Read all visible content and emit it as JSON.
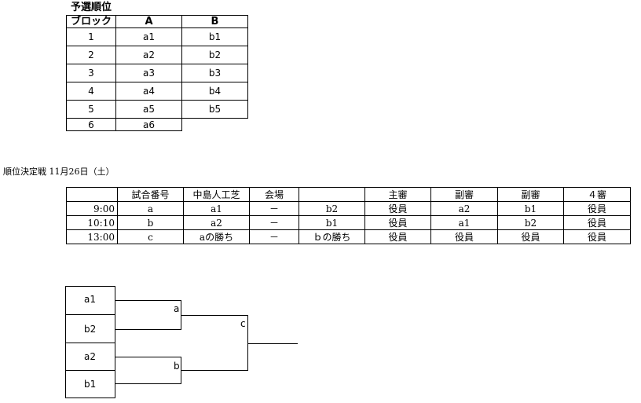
{
  "preliminary": {
    "title": "予選順位",
    "headers": [
      "ブロック",
      "A",
      "B"
    ],
    "rows": [
      [
        "1",
        "a1",
        "b1"
      ],
      [
        "2",
        "a2",
        "b2"
      ],
      [
        "3",
        "a3",
        "b3"
      ],
      [
        "4",
        "a4",
        "b4"
      ],
      [
        "5",
        "a5",
        "b5"
      ],
      [
        "6",
        "a6",
        ""
      ]
    ]
  },
  "placement": {
    "title": "順位決定戦 11月26日（土）",
    "headers": [
      "",
      "試合番号",
      "中島人工芝",
      "会場",
      "",
      "主審",
      "副審",
      "副審",
      "４審"
    ],
    "rows": [
      [
        "9:00",
        "a",
        "a1",
        "－",
        "b2",
        "役員",
        "a2",
        "b1",
        "役員"
      ],
      [
        "10:10",
        "b",
        "a2",
        "－",
        "b1",
        "役員",
        "a1",
        "b2",
        "役員"
      ],
      [
        "13:00",
        "c",
        "aの勝ち",
        "－",
        "ｂの勝ち",
        "役員",
        "役員",
        "役員",
        "役員"
      ]
    ]
  },
  "bracket": {
    "teams": [
      "a1",
      "b2",
      "a2",
      "b1"
    ],
    "match_labels": [
      "a",
      "b",
      "c"
    ]
  }
}
